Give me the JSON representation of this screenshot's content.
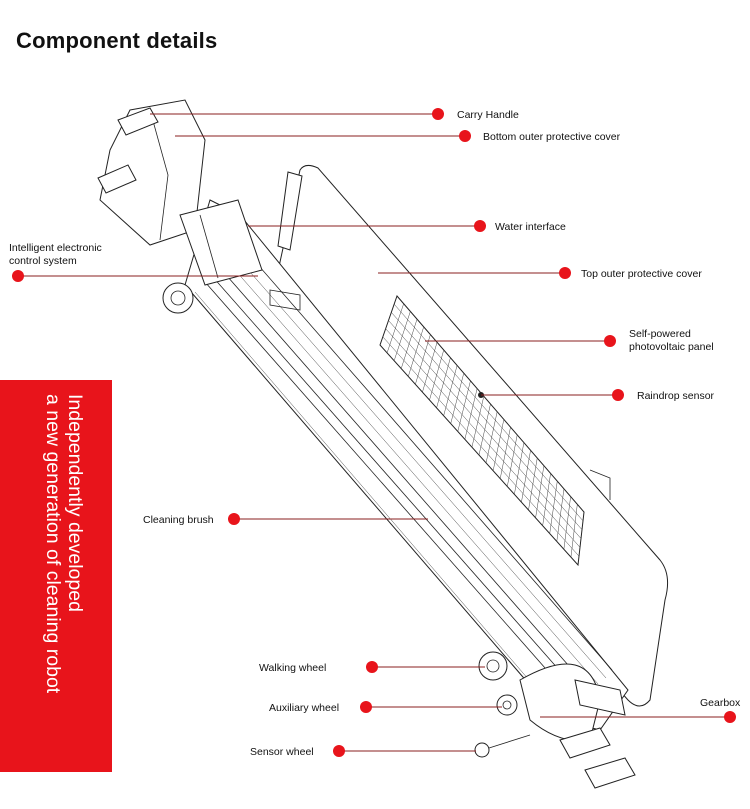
{
  "title": "Component details",
  "banner": {
    "line1": "Independently developed",
    "line2": "a new generation of cleaning robot",
    "color": "#e8141b"
  },
  "labels": {
    "carry_handle": "Carry Handle",
    "bottom_cover": "Bottom outer protective cover",
    "water_interface": "Water interface",
    "control_line1": "Intelligent electronic",
    "control_line2": "control system",
    "top_cover": "Top outer protective cover",
    "pv_line1": "Self-powered",
    "pv_line2": "photovoltaic panel",
    "raindrop": "Raindrop sensor",
    "brush": "Cleaning brush",
    "walking_wheel": "Walking wheel",
    "aux_wheel": "Auxiliary wheel",
    "gearbox": "Gearbox",
    "sensor_wheel": "Sensor wheel"
  },
  "accent_color": "#e8141b"
}
